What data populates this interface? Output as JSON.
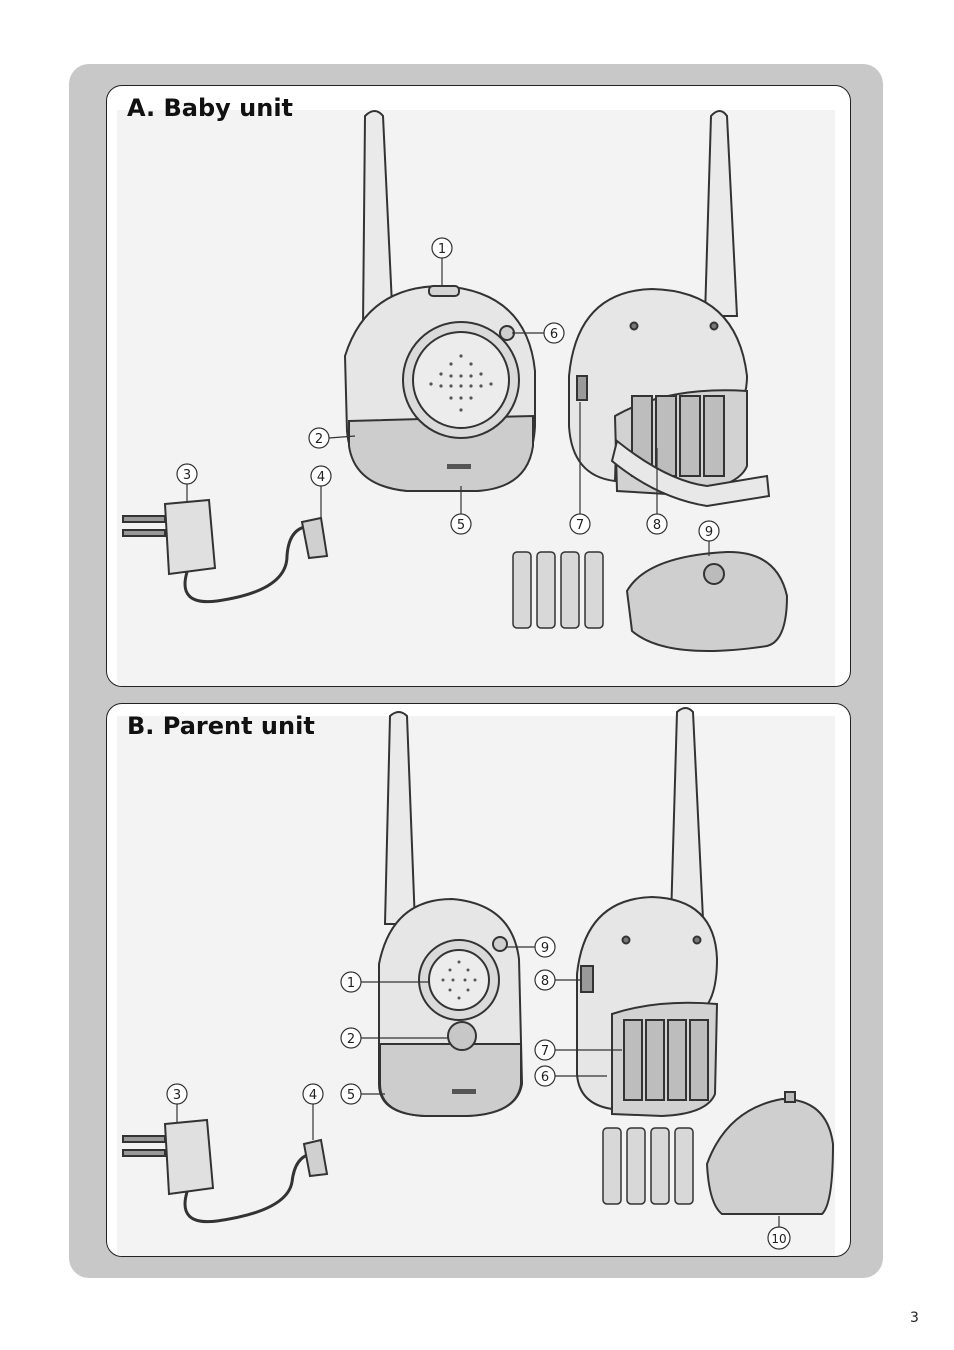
{
  "sections": [
    {
      "title": "A. Baby unit",
      "callouts": [
        "1",
        "2",
        "3",
        "4",
        "5",
        "6",
        "7",
        "8",
        "9"
      ]
    },
    {
      "title": "B. Parent unit",
      "callouts": [
        "1",
        "2",
        "3",
        "4",
        "5",
        "6",
        "7",
        "8",
        "9",
        "10"
      ]
    }
  ],
  "page_number": "3",
  "colors": {
    "frame": "#c8c8c8",
    "panel": "#ffffff",
    "device_body": "#e6e6e6",
    "device_shade": "#c9c9c9"
  }
}
